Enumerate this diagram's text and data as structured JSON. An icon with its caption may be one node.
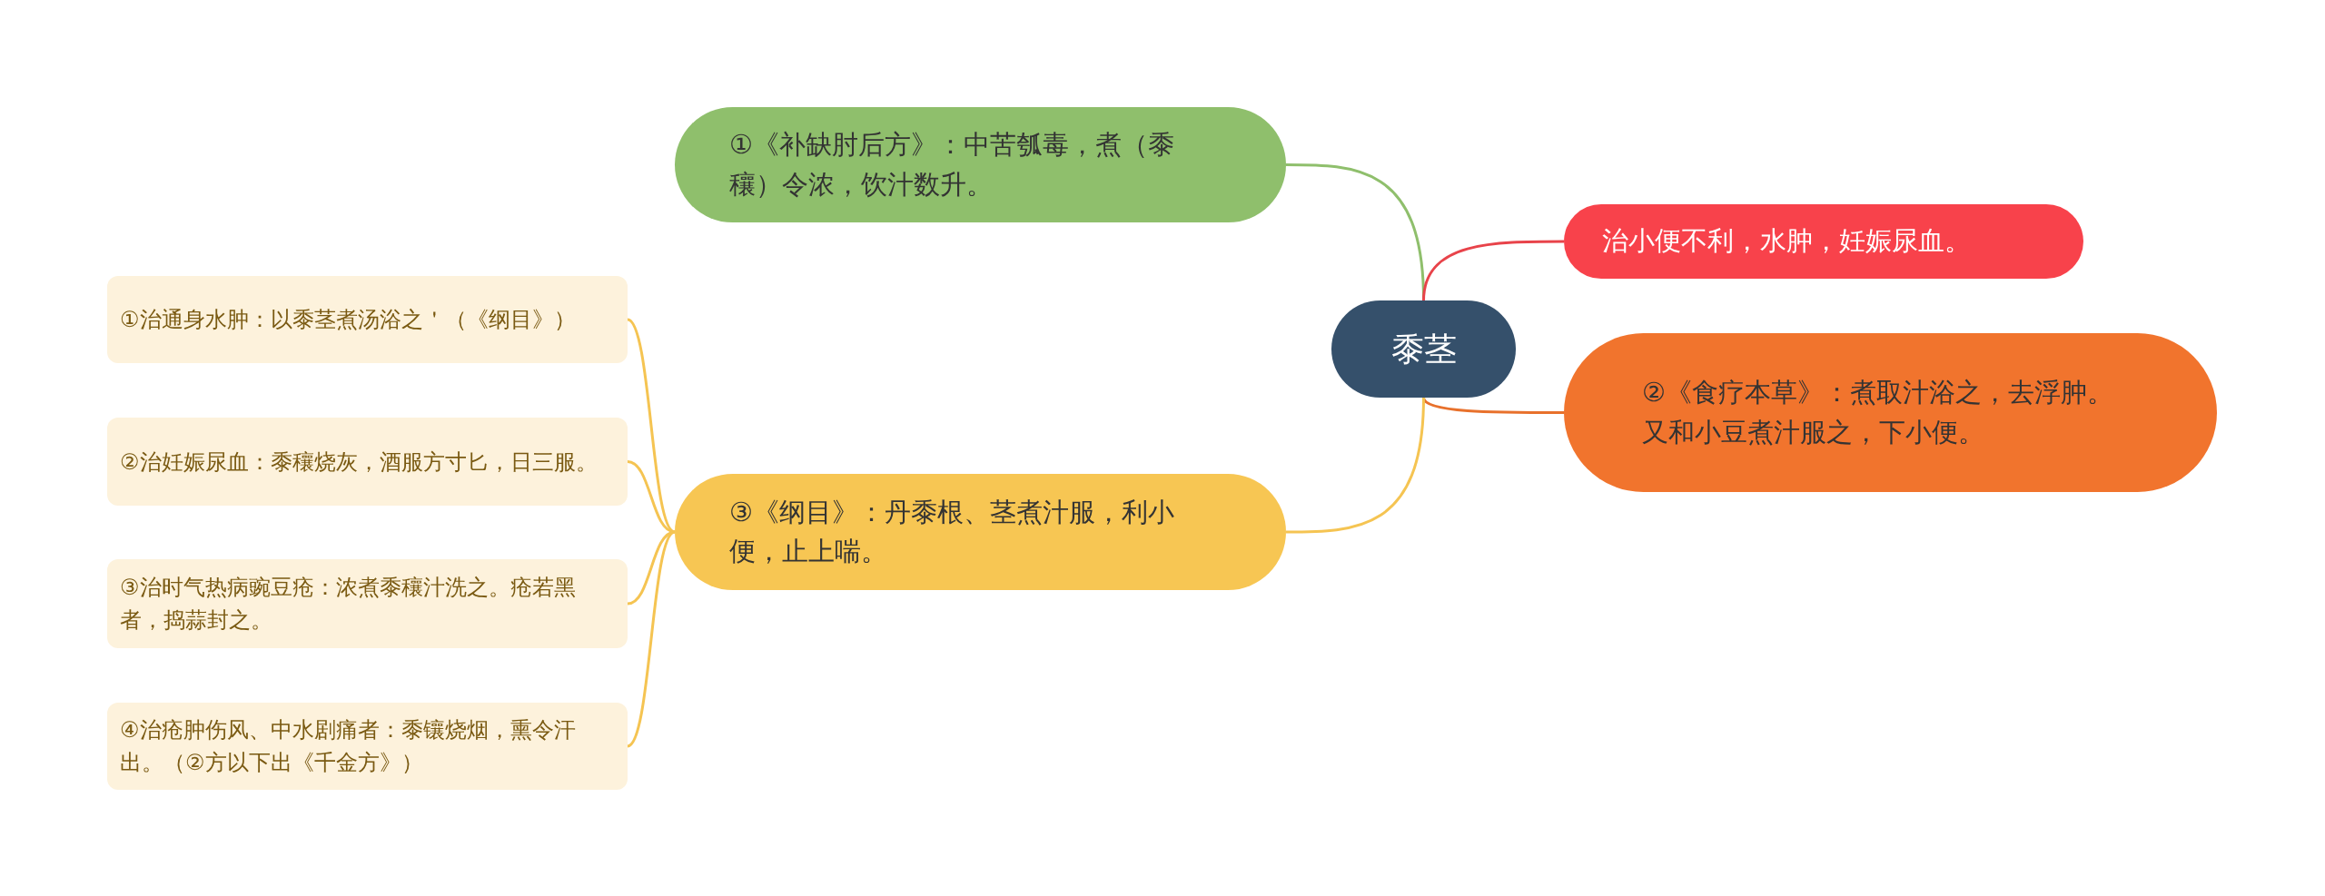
{
  "diagram": {
    "nodes": [
      {
        "text": [
          "黍茎"
        ]
      },
      {
        "text": [
          "①《补缺肘后方》：中苦瓠毒，煮（黍穰）令浓，饮汁数升。"
        ]
      },
      {
        "text": [
          "治小便不利，水肿，妊娠尿血。"
        ]
      },
      {
        "text": [
          "②《食疗本草》：煮取汁浴之，去浮肿。又和小豆煮汁服之，下小便。"
        ]
      },
      {
        "text": [
          "③《纲目》：丹黍根、茎煮汁服，利小便，止上喘。"
        ]
      },
      {
        "text": [
          "①治通身水肿：以黍茎煮汤浴之＇（《纲目》）"
        ]
      },
      {
        "text": [
          "②治妊娠尿血：黍穰烧灰，酒服方寸匕，日三服。"
        ]
      },
      {
        "text": [
          "③治时气热病豌豆疮：浓煮黍穰汁洗之。疮若黑者，捣蒜封之。"
        ]
      },
      {
        "text": [
          "④治疮肿伤风、中水剧痛者：黍镶烧烟，熏令汗出。（②方以下出《千金方》）"
        ]
      }
    ],
    "edges": [
      {
        "from": 0,
        "to": 1,
        "arrow": "none",
        "color": "#8fbf6c"
      },
      {
        "from": 0,
        "to": 2,
        "arrow": "none",
        "color": "#e8434a"
      },
      {
        "from": 0,
        "to": 3,
        "arrow": "none",
        "color": "#e8712c"
      },
      {
        "from": 0,
        "to": 4,
        "arrow": "none"
      },
      {
        "from": 4,
        "to": 5,
        "arrow": "none"
      },
      {
        "from": 4,
        "to": 6,
        "arrow": "none"
      },
      {
        "from": 4,
        "to": 7,
        "arrow": "none"
      },
      {
        "from": 4,
        "to": 8,
        "arrow": "none"
      }
    ]
  }
}
